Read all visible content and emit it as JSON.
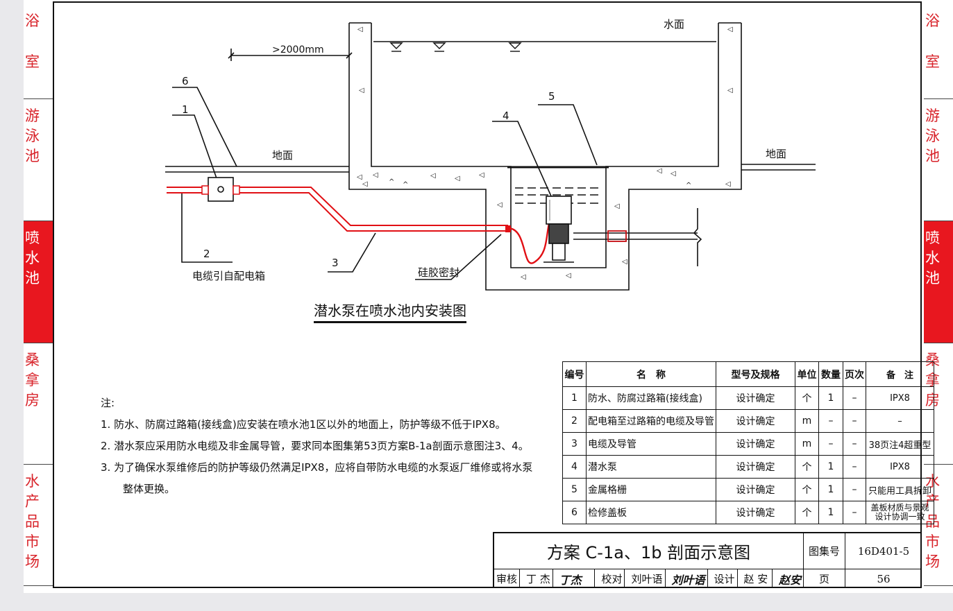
{
  "side_tabs": {
    "left": [
      "浴室",
      "游泳池",
      "喷水池",
      "桑拿房",
      "水产品市场"
    ],
    "right": [
      "浴室",
      "游泳池",
      "喷水池",
      "桑拿房",
      "水产品市场"
    ],
    "active": "喷水池"
  },
  "diagram": {
    "title": "潜水泵在喷水池内安装图",
    "labels": {
      "water_surface": "水面",
      "ground_left": "地面",
      "ground_right": "地面",
      "distance": ">2000mm",
      "cable_source": "电缆引自配电箱",
      "seal": "硅胶密封"
    },
    "callouts": [
      "1",
      "2",
      "3",
      "4",
      "5",
      "6"
    ]
  },
  "notes": {
    "heading": "注:",
    "items": [
      "1. 防水、防腐过路箱(接线盒)应安装在喷水池1区以外的地面上，防护等级不低于IPX8。",
      "2. 潜水泵应采用防水电缆及非金属导管，要求同本图集第53页方案B-1a剖面示意图注3、4。",
      "3. 为了确保水泵维修后的防护等级仍然满足IPX8，应将自带防水电缆的水泵返厂维修或将水泵"
    ],
    "continuation": "整体更换。"
  },
  "parts_table": {
    "headers": [
      "编号",
      "名　称",
      "型号及规格",
      "单位",
      "数量",
      "页次",
      "备　注"
    ],
    "rows": [
      [
        "1",
        "防水、防腐过路箱(接线盒)",
        "设计确定",
        "个",
        "1",
        "–",
        "IPX8"
      ],
      [
        "2",
        "配电箱至过路箱的电缆及导管",
        "设计确定",
        "m",
        "–",
        "–",
        "–"
      ],
      [
        "3",
        "电缆及导管",
        "设计确定",
        "m",
        "–",
        "–",
        "38页注4超重型"
      ],
      [
        "4",
        "潜水泵",
        "设计确定",
        "个",
        "1",
        "–",
        "IPX8"
      ],
      [
        "5",
        "金属格栅",
        "设计确定",
        "个",
        "1",
        "–",
        "只能用工具拆卸"
      ],
      [
        "6",
        "检修盖板",
        "设计确定",
        "个",
        "1",
        "–",
        "盖板材质与景观设计协调一致"
      ]
    ]
  },
  "title_block": {
    "title": "方案 C-1a、1b 剖面示意图",
    "atlas_label": "图集号",
    "atlas_no": "16D401-5",
    "page_label": "页",
    "page_no": "56",
    "review_label": "审核",
    "reviewer": "丁 杰",
    "reviewer_sig": "丁杰",
    "check_label": "校对",
    "checker": "刘叶语",
    "checker_sig": "刘叶语",
    "design_label": "设计",
    "designer": "赵 安",
    "designer_sig": "赵安"
  },
  "colors": {
    "tab_text": "#d8232a",
    "tab_active_bg": "#e8171f",
    "cable": "#e10f14",
    "line": "#111111"
  }
}
